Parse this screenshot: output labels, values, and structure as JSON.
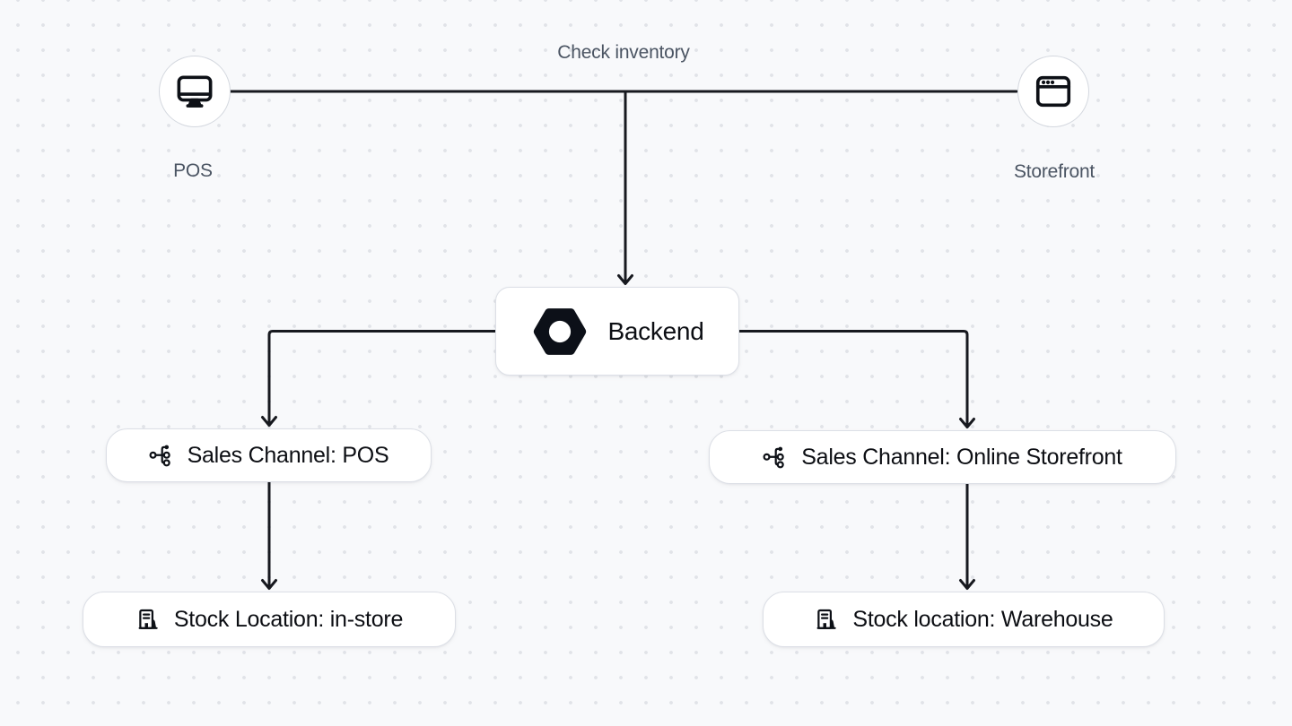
{
  "diagram": {
    "annotation": "Check inventory",
    "endpoints": {
      "pos": {
        "label": "POS",
        "icon": "monitor-icon"
      },
      "storefront": {
        "label": "Storefront",
        "icon": "browser-window-icon"
      }
    },
    "nodes": {
      "backend": {
        "label": "Backend",
        "icon": "medusa-logo-icon"
      },
      "sales_channel_pos": {
        "label": "Sales Channel: POS",
        "icon": "channels-icon"
      },
      "sales_channel_online": {
        "label": "Sales Channel: Online Storefront",
        "icon": "channels-icon"
      },
      "stock_location_in_store": {
        "label": "Stock Location: in-store",
        "icon": "building-icon"
      },
      "stock_location_warehouse": {
        "label": "Stock location: Warehouse",
        "icon": "building-icon"
      }
    },
    "edges": [
      {
        "from": "pos",
        "to": "storefront",
        "label": "Check inventory"
      },
      {
        "from": "check-inventory-bus",
        "to": "backend"
      },
      {
        "from": "backend",
        "to": "sales_channel_pos"
      },
      {
        "from": "backend",
        "to": "sales_channel_online"
      },
      {
        "from": "sales_channel_pos",
        "to": "stock_location_in_store"
      },
      {
        "from": "sales_channel_online",
        "to": "stock_location_warehouse"
      }
    ],
    "colors": {
      "background": "#f8f9fb",
      "grid_dot": "#e1e3e8",
      "node_background": "#ffffff",
      "node_border": "#dcdfe6",
      "edge": "#17191f",
      "text_primary": "#0c0e13",
      "text_secondary": "#4b5563"
    }
  }
}
